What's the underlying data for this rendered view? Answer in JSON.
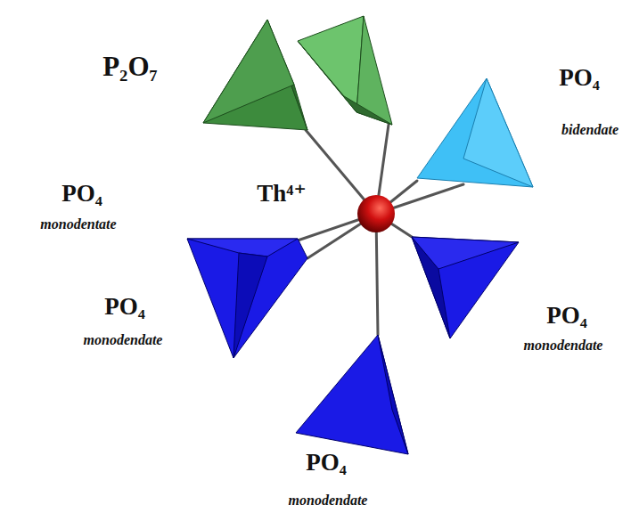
{
  "diagram": {
    "labels": [
      "P₂O₇",
      "Th⁴⁺",
      "PO₄",
      "bidendate",
      "PO₄",
      "monodentate",
      "PO₄",
      "monodendate",
      "PO₄",
      "monodendate",
      "PO₄",
      "monodendate"
    ]
  }
}
